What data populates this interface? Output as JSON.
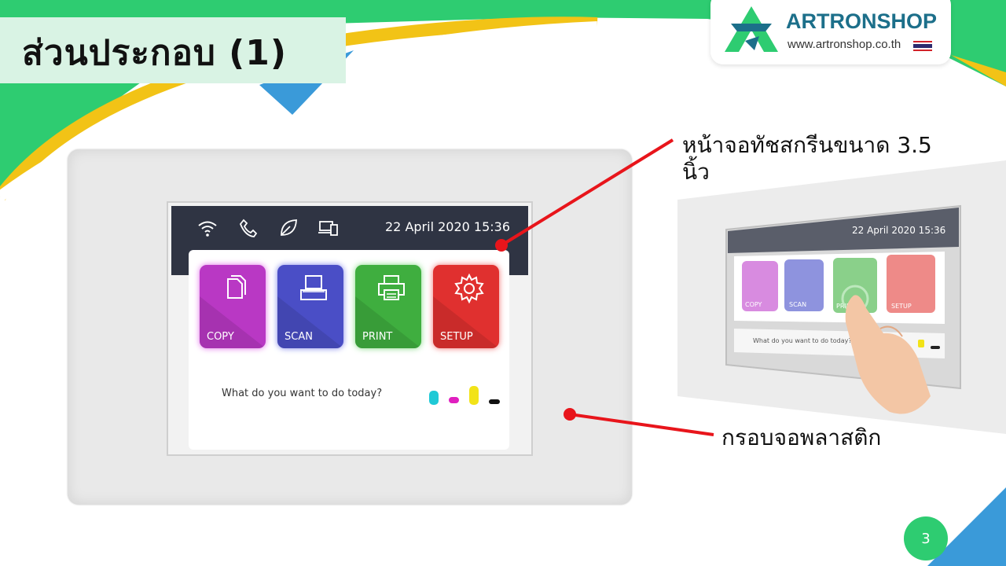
{
  "slide": {
    "title": "ส่วนประกอบ (1)",
    "page_number": "3"
  },
  "logo": {
    "name": "ARTRONSHOP",
    "url": "www.artronshop.co.th"
  },
  "device": {
    "datetime": "22 April 2020 15:36",
    "status_icons": [
      "wifi-icon",
      "phone-icon",
      "leaf-icon",
      "devices-icon"
    ],
    "tiles": [
      {
        "label": "COPY",
        "icon": "copy-icon",
        "color": "#b938c4"
      },
      {
        "label": "SCAN",
        "icon": "scanner-icon",
        "color": "#4a4ec6"
      },
      {
        "label": "PRINT",
        "icon": "printer-icon",
        "color": "#3fae3f"
      },
      {
        "label": "SETUP",
        "icon": "gear-icon",
        "color": "#e0302f"
      }
    ],
    "question": "What do you want to do today?",
    "ink_colors": [
      "#1fc9d6",
      "#e01fbf",
      "#f2e318",
      "#111111"
    ]
  },
  "callouts": {
    "touchscreen": "หน้าจอทัชสกรีนขนาด 3.5 นิ้ว",
    "frame": "กรอบจอพลาสติก"
  },
  "photo": {
    "datetime": "22 April 2020 15:36",
    "tiles": [
      "COPY",
      "SCAN",
      "PRINT",
      "SETUP"
    ],
    "question": "What do you want to do today?"
  },
  "colors": {
    "green": "#2ecc71",
    "yellow": "#f2c316",
    "blue": "#3a9ad9",
    "red": "#e8151b"
  }
}
